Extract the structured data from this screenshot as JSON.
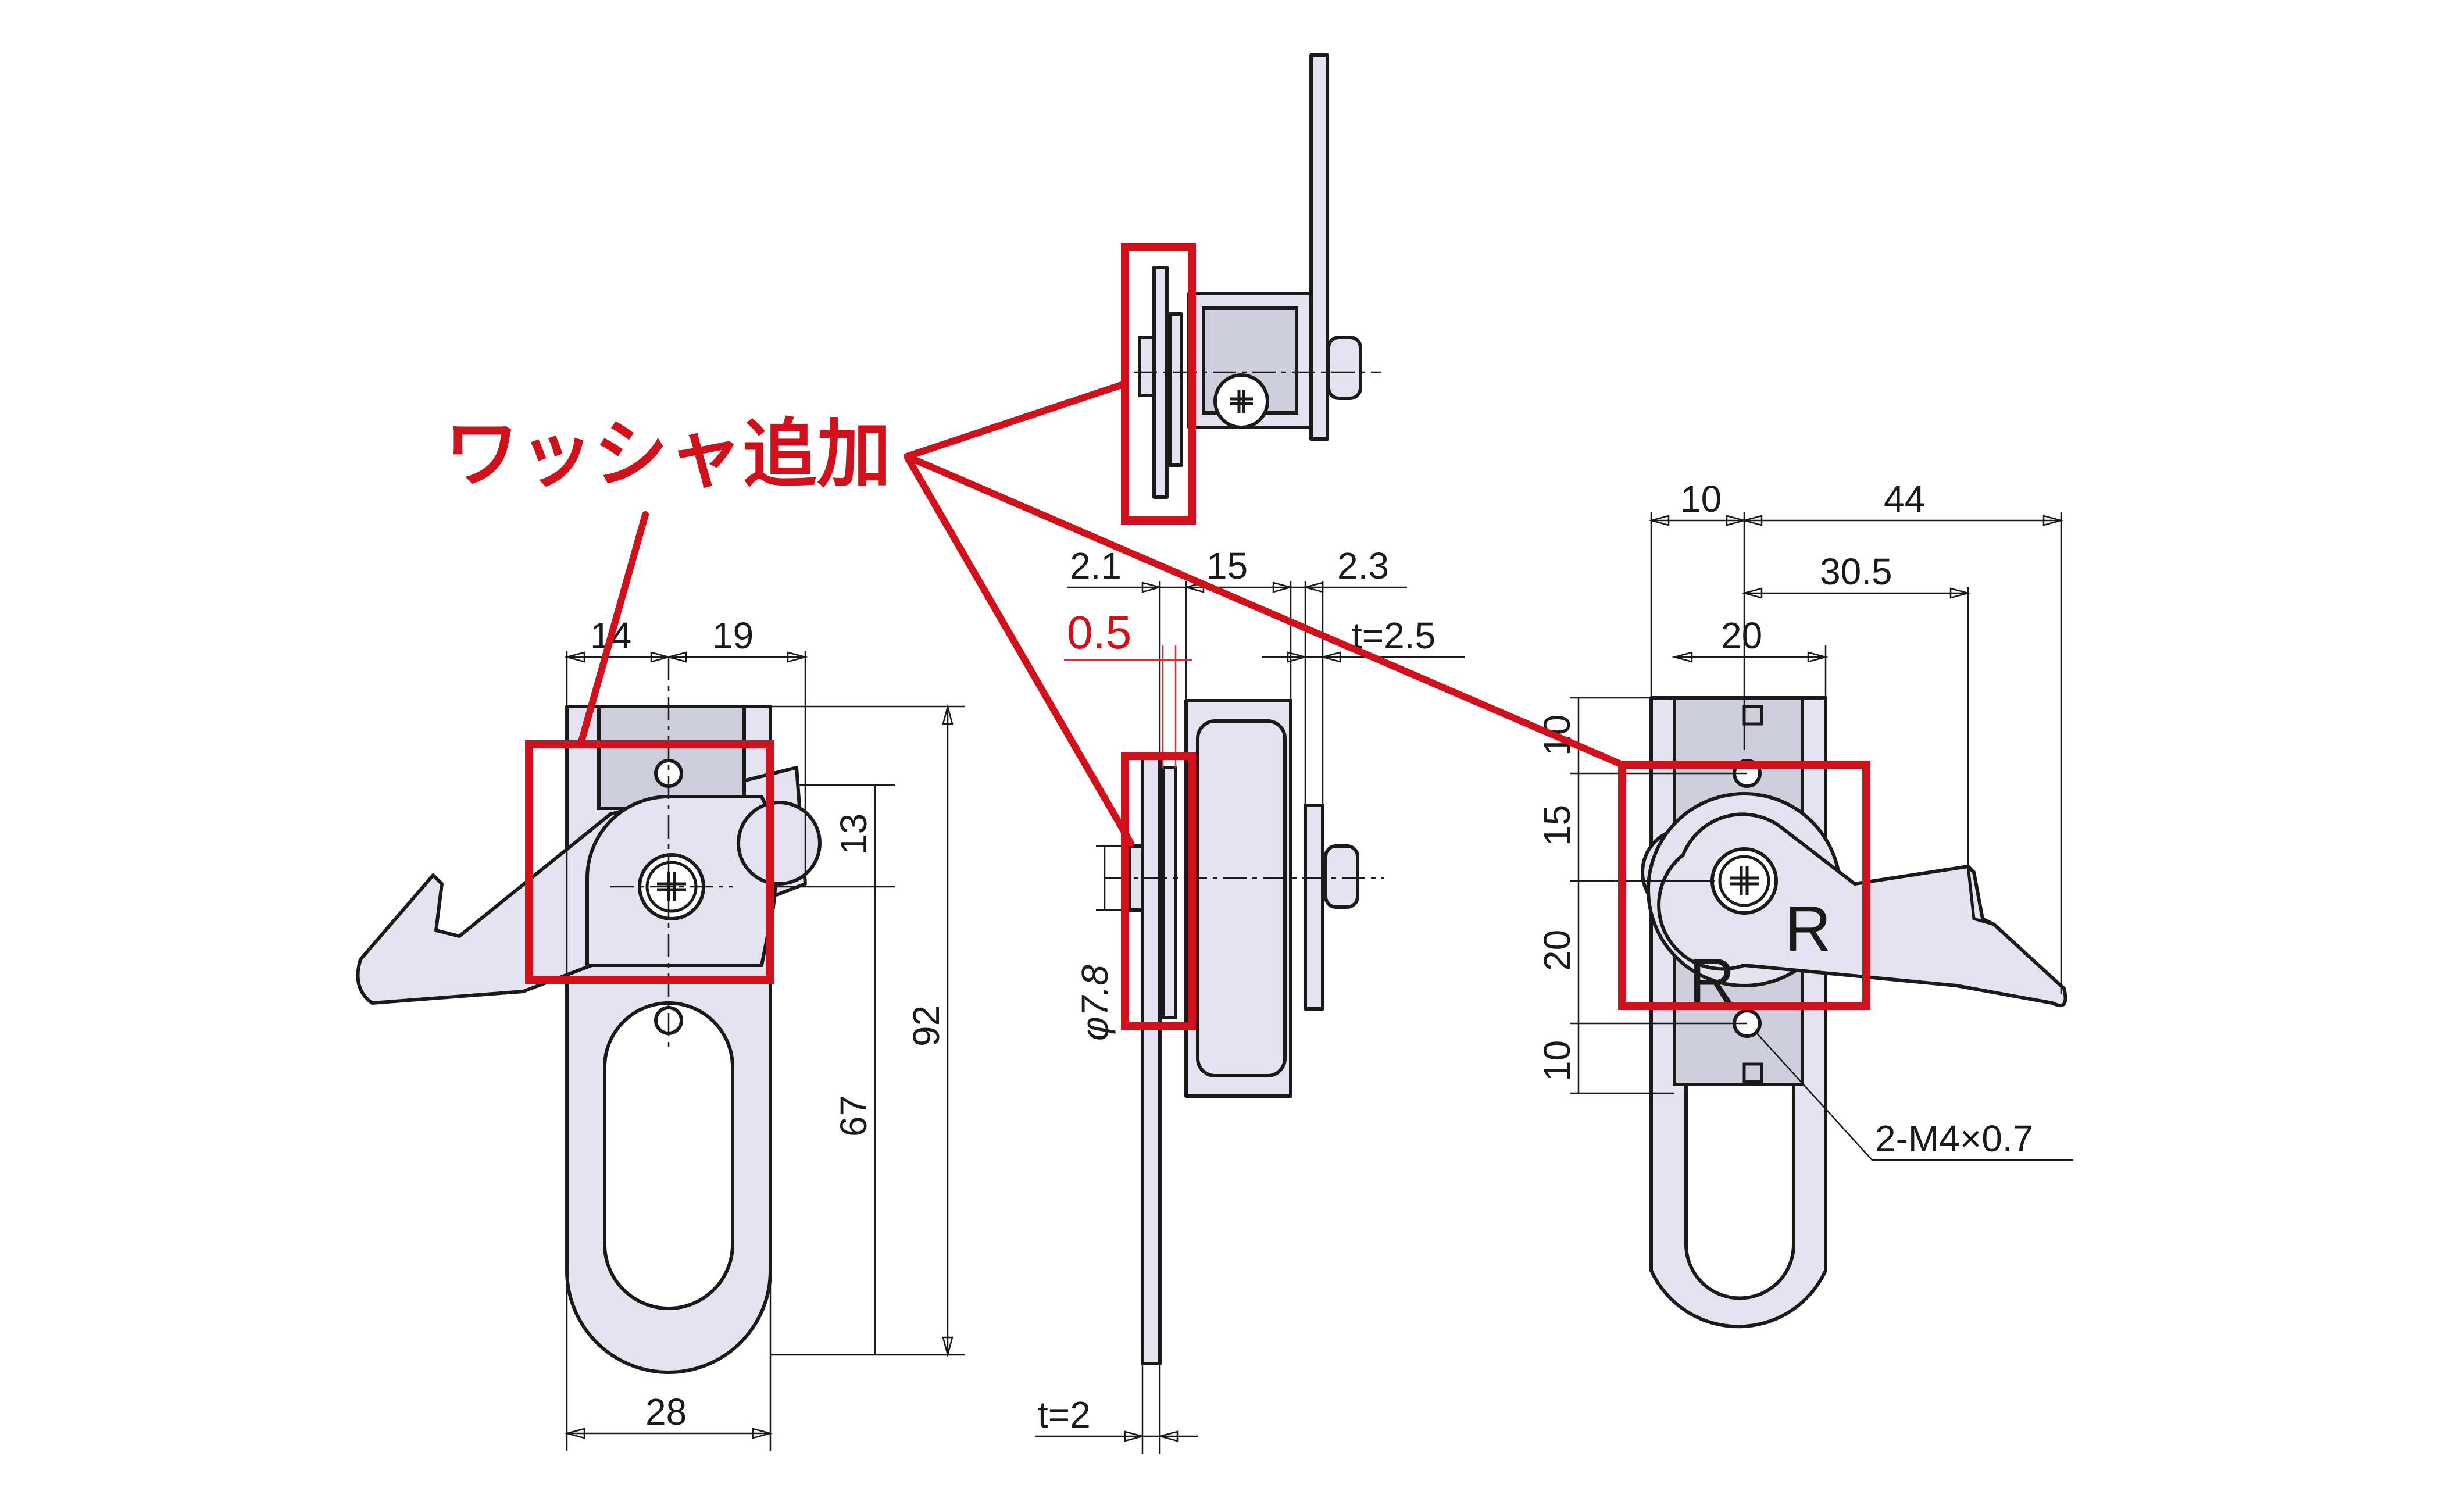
{
  "annotation": {
    "label": "ワッシャ追加",
    "color": "#d0111b"
  },
  "front_view": {
    "dims": {
      "d14": "14",
      "d19": "19",
      "d13": "13",
      "d92": "92",
      "d67": "67",
      "d28": "28"
    }
  },
  "side_view": {
    "dims": {
      "d2_1": "2.1",
      "d15": "15",
      "d2_3": "2.3",
      "d0_5": "0.5",
      "t2_5": "t=2.5",
      "phi7_8": "φ7.8",
      "t2": "t=2"
    }
  },
  "back_view": {
    "dims": {
      "d10": "10",
      "d44": "44",
      "d30_5": "30.5",
      "d20": "20",
      "v10a": "10",
      "v15": "15",
      "v20": "20",
      "v10b": "10",
      "thread": "2-M4×0.7"
    },
    "marks": {
      "r1": "R",
      "r2": "R"
    }
  },
  "colors": {
    "part_fill": "#e4e3ef",
    "outline": "#1a1a1a",
    "highlight": "#d0111b"
  }
}
